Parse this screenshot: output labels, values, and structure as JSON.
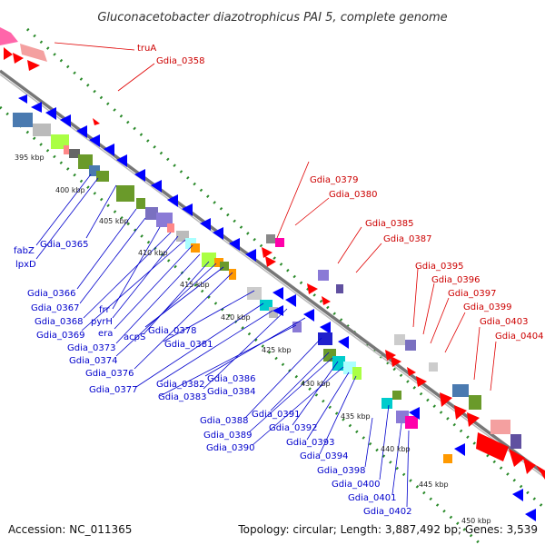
{
  "title": "Gluconacetobacter diazotrophicus PAI 5, complete genome",
  "footer": {
    "accession": "Accession: NC_011365",
    "summary": "Topology: circular; Length: 3,887,492 bp; Genes: 3,539"
  },
  "kbp_ticks": [
    "395 kbp",
    "400 kbp",
    "405 kbp",
    "410 kbp",
    "415 kbp",
    "420 kbp",
    "425 kbp",
    "430 kbp",
    "435 kbp",
    "440 kbp",
    "445 kbp",
    "450 kbp"
  ],
  "red_labels": [
    "truA",
    "Gdia_0358",
    "Gdia_0379",
    "Gdia_0380",
    "Gdia_0385",
    "Gdia_0387",
    "Gdia_0395",
    "Gdia_0396",
    "Gdia_0397",
    "Gdia_0399",
    "Gdia_0403",
    "Gdia_0404"
  ],
  "blue_labels": [
    "fabZ",
    "lpxD",
    "Gdia_0365",
    "Gdia_0366",
    "Gdia_0367",
    "frr",
    "Gdia_0368",
    "pyrH",
    "Gdia_0369",
    "era",
    "Gdia_0373",
    "acpS",
    "Gdia_0374",
    "Gdia_0378",
    "Gdia_0376",
    "Gdia_0381",
    "Gdia_0377",
    "Gdia_0382",
    "Gdia_0384",
    "Gdia_0383",
    "Gdia_0386",
    "Gdia_0388",
    "Gdia_0391",
    "Gdia_0389",
    "Gdia_0392",
    "Gdia_0390",
    "Gdia_0393",
    "Gdia_0394",
    "Gdia_0398",
    "Gdia_0400",
    "Gdia_0401",
    "Gdia_0402"
  ],
  "colors": {
    "forward": "#ff0000",
    "reverse": "#0000ff",
    "backbone": "#888888",
    "gc_dots": "#2a8a2a"
  }
}
